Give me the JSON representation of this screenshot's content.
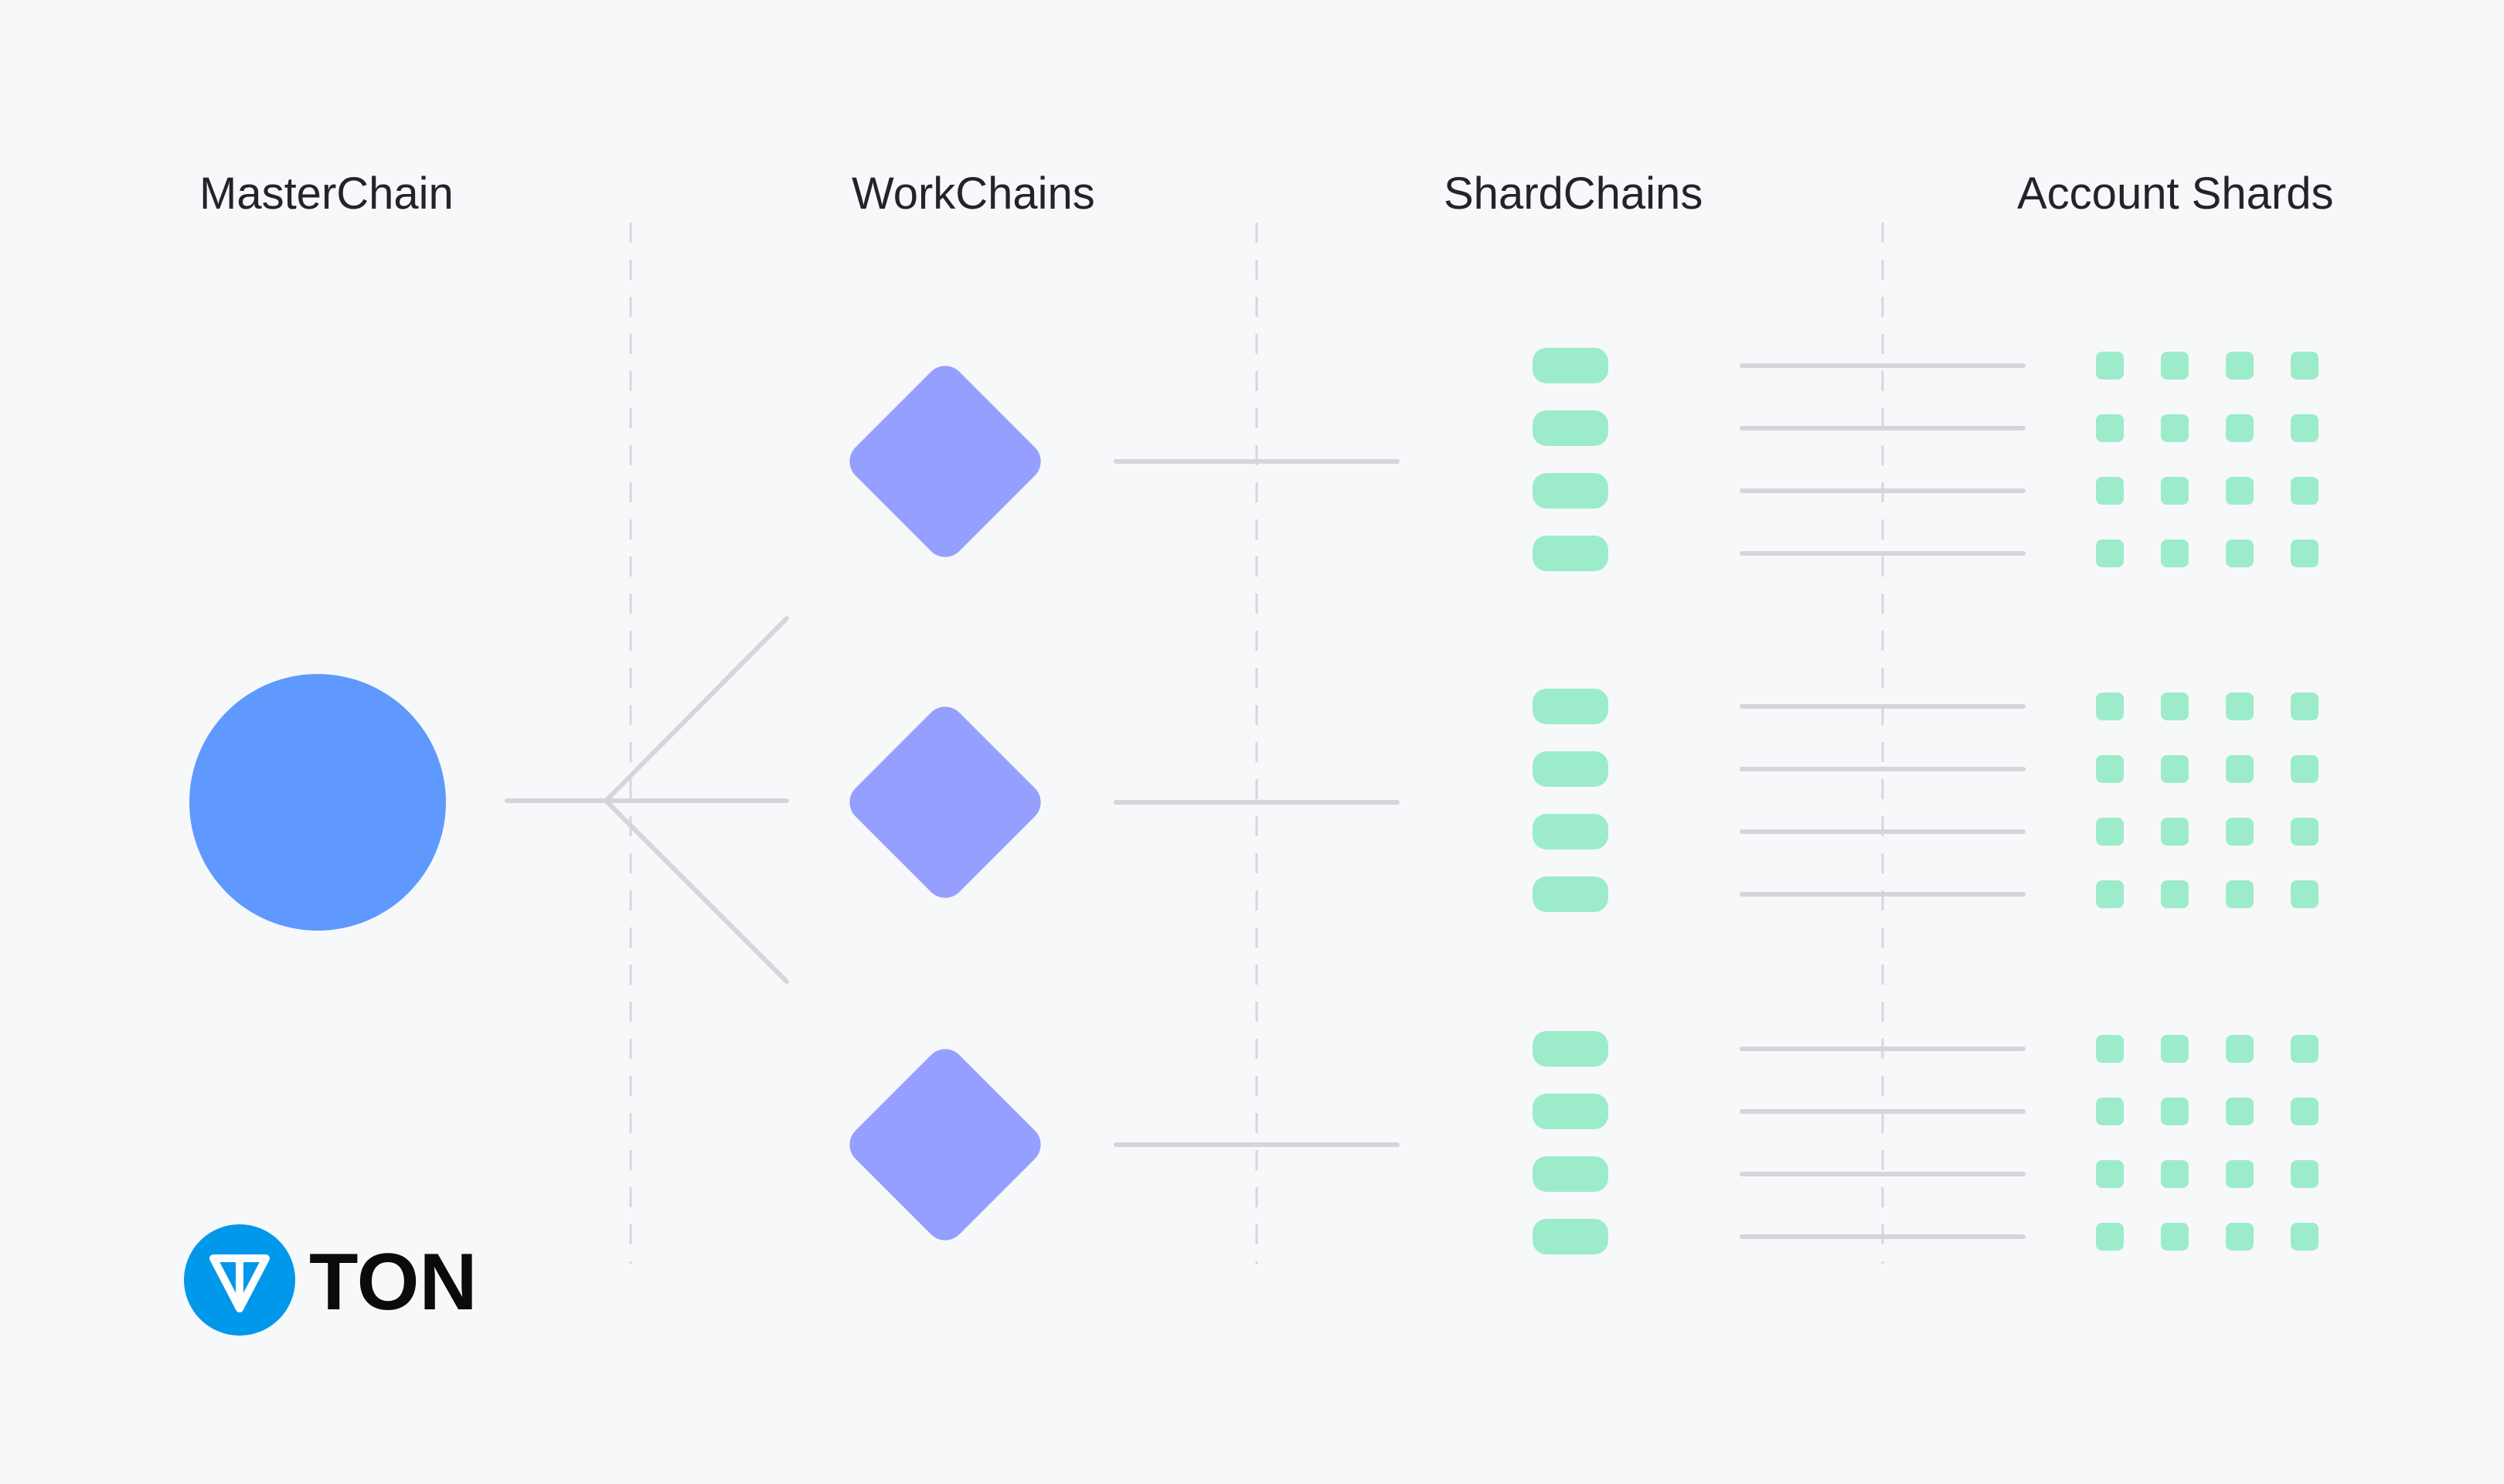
{
  "columns": {
    "masterchain": "MasterChain",
    "workchains": "WorkChains",
    "shardchains": "ShardChains",
    "account_shards": "Account Shards"
  },
  "logo": {
    "text": "TON",
    "icon": "ton-diamond-icon"
  },
  "structure": {
    "masterchain_nodes": 1,
    "workchains": 3,
    "shardchains_per_workchain": 4,
    "account_shards_per_shardchain": 4
  },
  "colors": {
    "background": "#f7f8fa",
    "masterchain": "#5f99fd",
    "workchain": "#959ffd",
    "shard": "#9ceccb",
    "connector": "#d4d6da",
    "divider": "#d5d7dc",
    "logo_circle": "#0098ea",
    "logo_text": "#0b0b0c"
  }
}
